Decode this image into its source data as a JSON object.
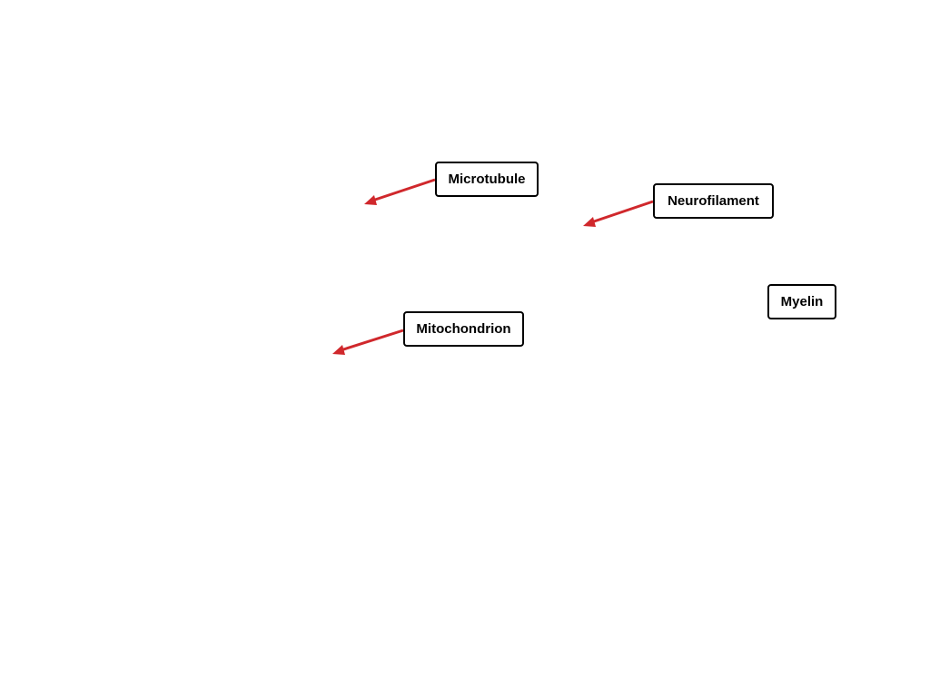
{
  "diagram": {
    "labels": {
      "microtubule": "Microtubule",
      "neurofilament": "Neurofilament",
      "myelin": "Myelin",
      "mitochondrion": "Mitochondrion"
    },
    "colors": {
      "arrow": "#d0282c",
      "box_border": "#000000",
      "background": "#ffffff"
    }
  }
}
